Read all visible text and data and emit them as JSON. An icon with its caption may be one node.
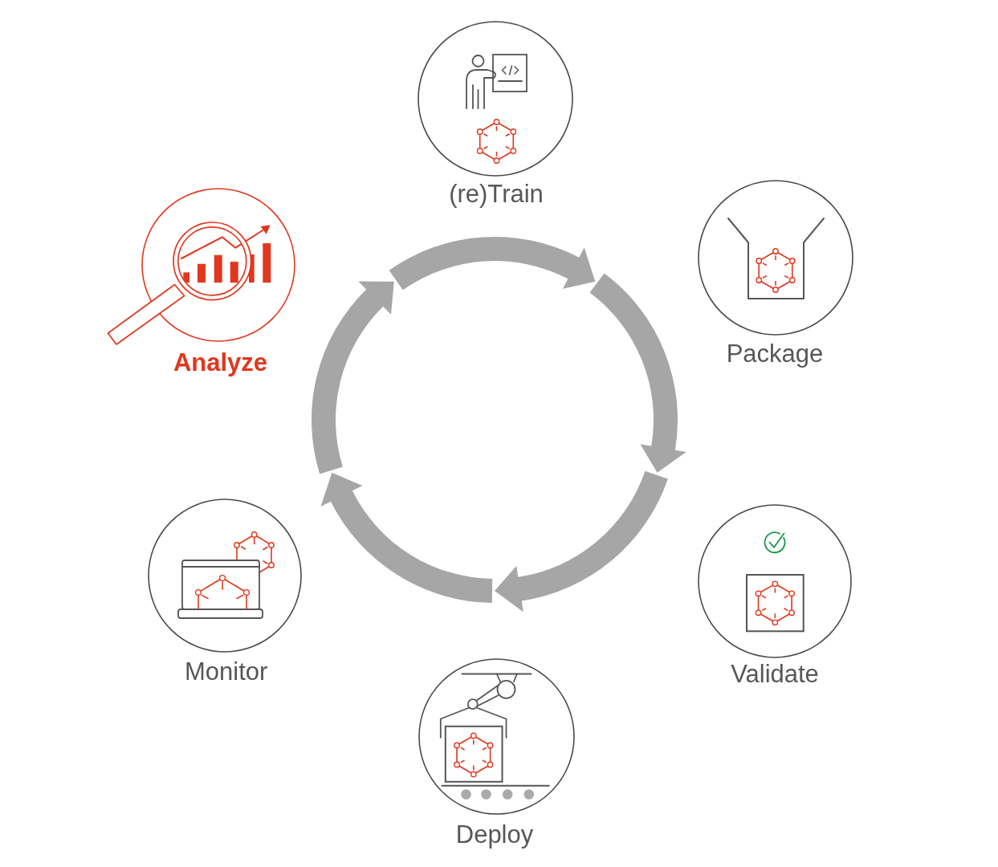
{
  "diagram": {
    "nodes": [
      {
        "text": [
          "(re)Train"
        ]
      },
      {
        "text": [
          "Analyze"
        ]
      },
      {
        "text": [
          "Package"
        ]
      },
      {
        "text": [
          "Monitor"
        ]
      },
      {
        "text": [
          "Validate"
        ]
      },
      {
        "text": [
          "Deploy"
        ]
      }
    ]
  }
}
